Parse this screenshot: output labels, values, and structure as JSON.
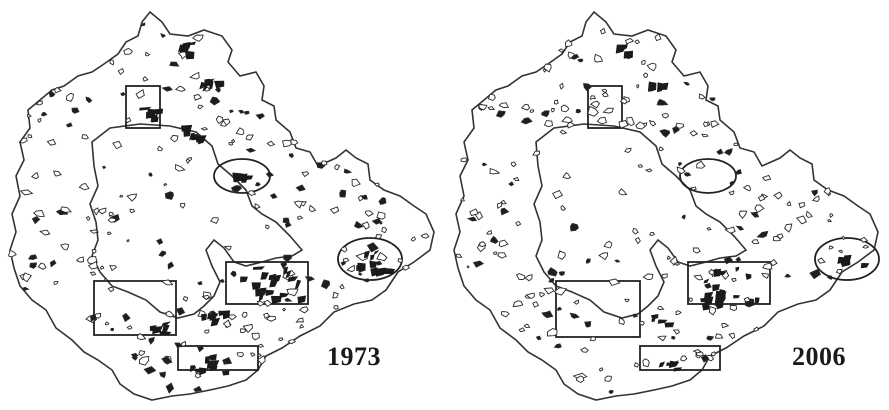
{
  "maps": [
    {
      "id": "left",
      "year": "1973",
      "highlight_rects": 4,
      "highlight_ellipses": 2
    },
    {
      "id": "right",
      "year": "2006",
      "highlight_rects": 4,
      "highlight_ellipses": 2
    }
  ],
  "colors": {
    "outline": "#333333",
    "patch_dark": "#1e1e1e",
    "patch_light": "#ffffff",
    "background": "#ffffff"
  }
}
